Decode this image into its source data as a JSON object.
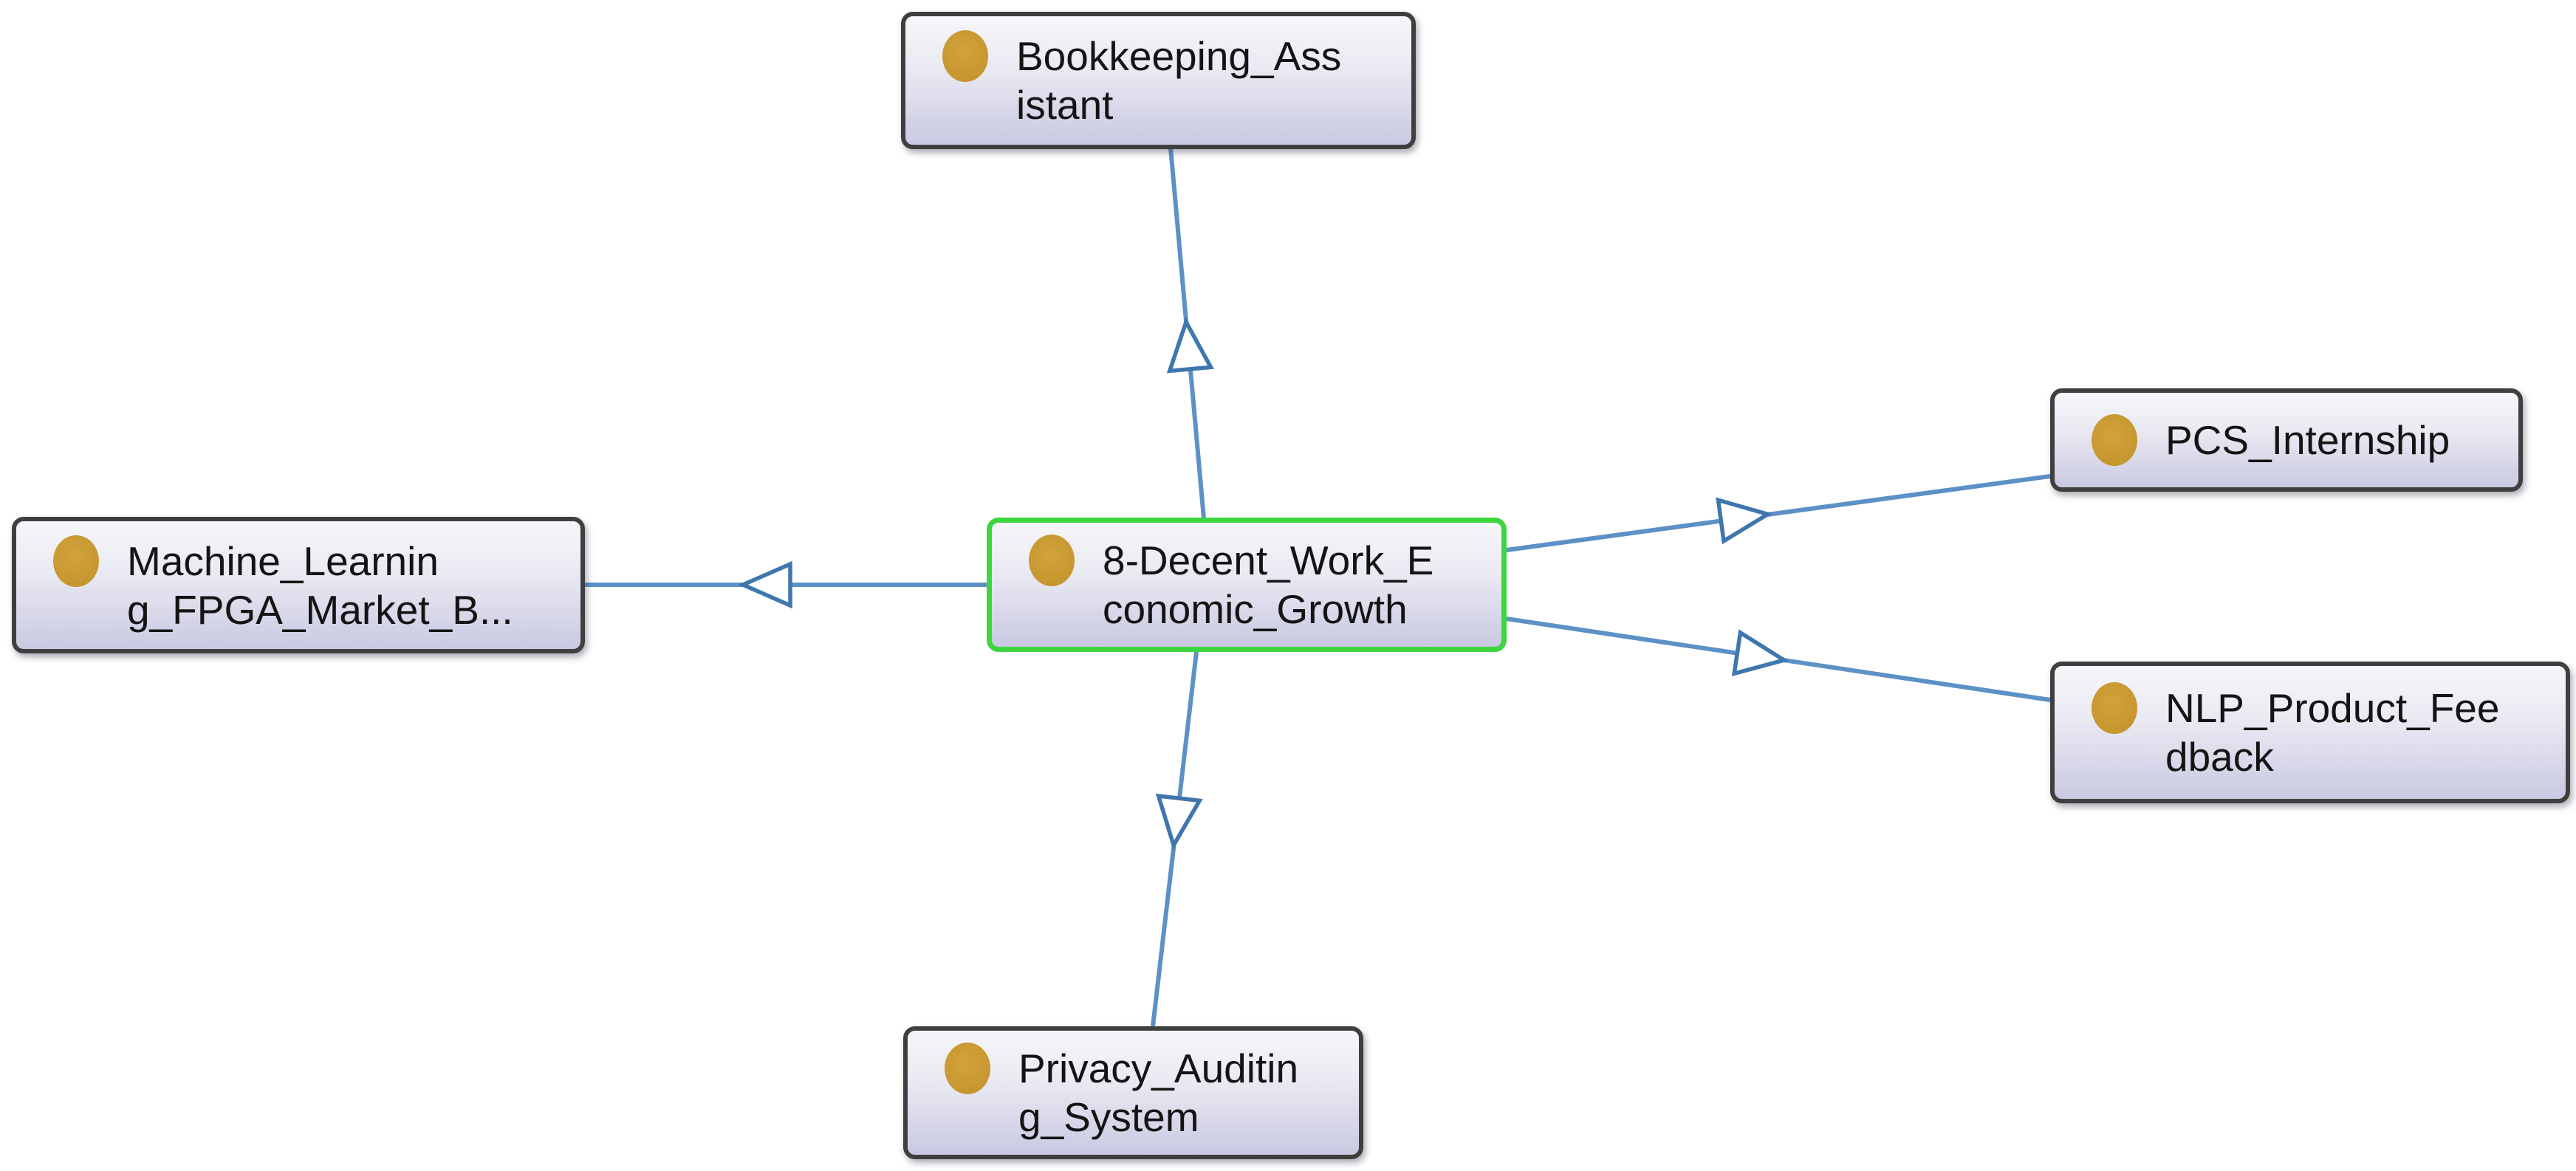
{
  "graph": {
    "kind": "entity-relationship-network",
    "colors": {
      "background": "#ffffff",
      "edge": "#5d91c6",
      "arrowhead_outline": "#3f76ad",
      "arrowhead_fill": "#ffffff",
      "node_border": "#3f3f3f",
      "selected_node_border": "#3ed63e",
      "node_fill_top": "#f6f6fa",
      "node_fill_bottom": "#c9c9e2",
      "node_icon": "#c6962f",
      "text": "#141414"
    },
    "nodes": [
      {
        "id": "8-Decent_Work_Economic_Growth",
        "label": "8-Decent_Work_Economic_Growth",
        "lines": [
          "8-Decent_Work_E",
          "conomic_Growth"
        ],
        "icon": "entity-circle-icon",
        "selected": true
      },
      {
        "id": "Bookkeeping_Assistant",
        "label": "Bookkeeping_Assistant",
        "lines": [
          "Bookkeeping_Ass",
          "istant"
        ],
        "icon": "entity-circle-icon",
        "selected": false
      },
      {
        "id": "PCS_Internship",
        "label": "PCS_Internship",
        "lines": [
          "PCS_Internship"
        ],
        "icon": "entity-circle-icon",
        "selected": false
      },
      {
        "id": "NLP_Product_Feedback",
        "label": "NLP_Product_Feedback",
        "lines": [
          "NLP_Product_Fee",
          "dback"
        ],
        "icon": "entity-circle-icon",
        "selected": false
      },
      {
        "id": "Machine_Learning_FPGA_Market_B...",
        "label": "Machine_Learning_FPGA_Market_B...",
        "lines": [
          "Machine_Learnin",
          "g_FPGA_Market_B..."
        ],
        "icon": "entity-circle-icon",
        "selected": false
      },
      {
        "id": "Privacy_Auditing_System",
        "label": "Privacy_Auditing_System",
        "lines": [
          "Privacy_Auditin",
          "g_System"
        ],
        "icon": "entity-circle-icon",
        "selected": false
      }
    ],
    "edges": [
      {
        "source": "8-Decent_Work_Economic_Growth",
        "target": "Bookkeeping_Assistant",
        "arrow": "open-triangle"
      },
      {
        "source": "8-Decent_Work_Economic_Growth",
        "target": "Machine_Learning_FPGA_Market_B...",
        "arrow": "open-triangle"
      },
      {
        "source": "8-Decent_Work_Economic_Growth",
        "target": "PCS_Internship",
        "arrow": "open-triangle"
      },
      {
        "source": "8-Decent_Work_Economic_Growth",
        "target": "NLP_Product_Feedback",
        "arrow": "open-triangle"
      },
      {
        "source": "8-Decent_Work_Economic_Growth",
        "target": "Privacy_Auditing_System",
        "arrow": "open-triangle"
      }
    ]
  }
}
